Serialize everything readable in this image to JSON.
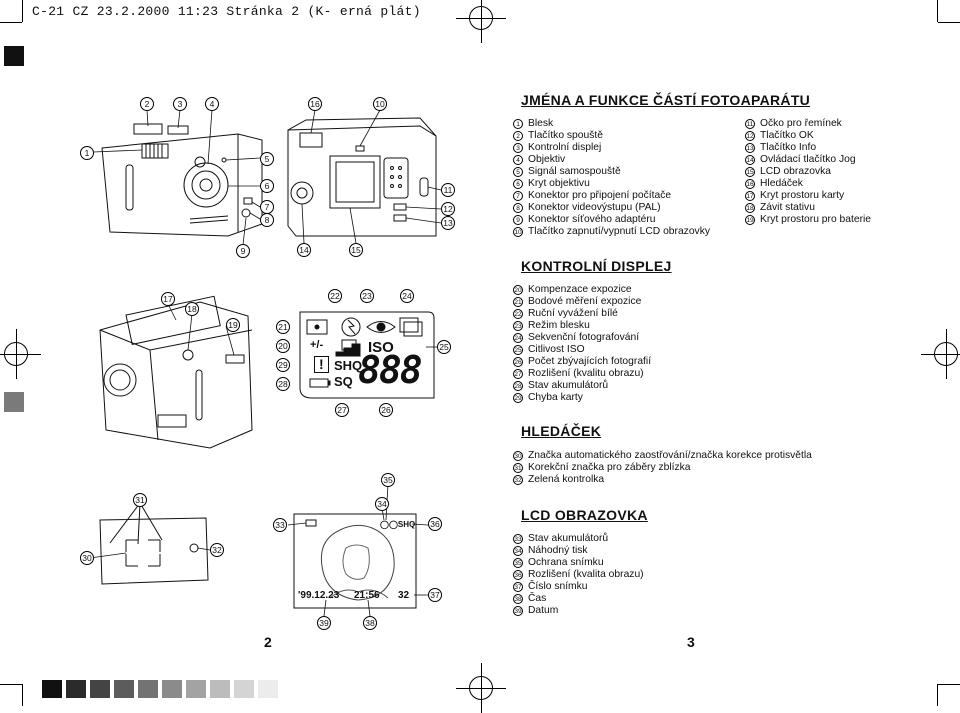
{
  "header_line": "C-21 CZ  23.2.2000 11:23  Stránka 2      (K- erná plát)",
  "sections": {
    "names_title": "JMÉNA A FUNKCE ČÁSTÍ FOTOAPARÁTU",
    "display_title": "KONTROLNÍ DISPLEJ",
    "viewfinder_title": "HLEDÁČEK",
    "lcd_title": "LCD OBRAZOVKA"
  },
  "parts_left": [
    {
      "n": "1",
      "label": "Blesk"
    },
    {
      "n": "2",
      "label": "Tlačítko spouště"
    },
    {
      "n": "3",
      "label": "Kontrolní displej"
    },
    {
      "n": "4",
      "label": "Objektiv"
    },
    {
      "n": "5",
      "label": "Signál samospouště"
    },
    {
      "n": "6",
      "label": "Kryt objektivu"
    },
    {
      "n": "7",
      "label": "Konektor pro připojení počítače"
    },
    {
      "n": "8",
      "label": "Konektor videovýstupu (PAL)"
    },
    {
      "n": "9",
      "label": "Konektor síťového adaptéru"
    },
    {
      "n": "10",
      "label": "Tlačítko zapnutí/vypnutí LCD obrazovky"
    }
  ],
  "parts_right": [
    {
      "n": "11",
      "label": "Očko pro řemínek"
    },
    {
      "n": "12",
      "label": "Tlačítko OK"
    },
    {
      "n": "13",
      "label": "Tlačítko Info"
    },
    {
      "n": "14",
      "label": "Ovládací tlačítko Jog"
    },
    {
      "n": "15",
      "label": "LCD obrazovka"
    },
    {
      "n": "16",
      "label": "Hledáček"
    },
    {
      "n": "17",
      "label": "Kryt prostoru karty"
    },
    {
      "n": "18",
      "label": "Závit stativu"
    },
    {
      "n": "19",
      "label": "Kryt prostoru pro baterie"
    }
  ],
  "display_items": [
    {
      "n": "20",
      "label": "Kompenzace expozice"
    },
    {
      "n": "21",
      "label": "Bodové měření expozice"
    },
    {
      "n": "22",
      "label": "Ruční vyvážení bílé"
    },
    {
      "n": "23",
      "label": "Režim blesku"
    },
    {
      "n": "24",
      "label": "Sekvenční fotografování"
    },
    {
      "n": "25",
      "label": "Citlivost ISO"
    },
    {
      "n": "26",
      "label": "Počet zbývajících fotografií"
    },
    {
      "n": "27",
      "label": "Rozlišení (kvalitu obrazu)"
    },
    {
      "n": "28",
      "label": "Stav akumulátorů"
    },
    {
      "n": "29",
      "label": "Chyba karty"
    }
  ],
  "viewfinder_items": [
    {
      "n": "30",
      "label": "Značka automatického zaostřování/značka korekce protisvětla"
    },
    {
      "n": "31",
      "label": "Korekční značka pro záběry zblízka"
    },
    {
      "n": "32",
      "label": "Zelená kontrolka"
    }
  ],
  "lcd_items": [
    {
      "n": "33",
      "label": "Stav akumulátorů"
    },
    {
      "n": "34",
      "label": "Náhodný tisk"
    },
    {
      "n": "35",
      "label": "Ochrana snímku"
    },
    {
      "n": "36",
      "label": "Rozlišení (kvalita obrazu)"
    },
    {
      "n": "37",
      "label": "Číslo snímku"
    },
    {
      "n": "38",
      "label": "Čas"
    },
    {
      "n": "39",
      "label": "Datum"
    }
  ],
  "display_panel": {
    "iso": "ISO",
    "shq": "SHQ",
    "sq": "SQ",
    "counter": "888",
    "ev": "+/-",
    "error": "!"
  },
  "lcd_screen": {
    "date": "'99.12.23",
    "time": "21:56",
    "frame": "32",
    "quality": "SHQ"
  },
  "page_numbers": {
    "left": "2",
    "right": "3"
  },
  "callouts": {
    "c1": "1",
    "c2": "2",
    "c3": "3",
    "c4": "4",
    "c5": "5",
    "c6": "6",
    "c7": "7",
    "c8": "8",
    "c9": "9",
    "c10": "10",
    "c11": "11",
    "c12": "12",
    "c13": "13",
    "c14": "14",
    "c15": "15",
    "c16": "16",
    "c17": "17",
    "c18": "18",
    "c19": "19",
    "c20": "20",
    "c21": "21",
    "c22": "22",
    "c23": "23",
    "c24": "24",
    "c25": "25",
    "c26": "26",
    "c27": "27",
    "c28": "28",
    "c29": "29",
    "c30": "30",
    "c31": "31",
    "c32": "32",
    "c33": "33",
    "c34": "34",
    "c35": "35",
    "c36": "36",
    "c37": "37",
    "c38": "38",
    "c39": "39"
  },
  "colors": {
    "ink": "#111111",
    "gray_block": "#7a7a7a"
  },
  "color_bar": [
    "#111111",
    "#2b2b2b",
    "#444444",
    "#5c5c5c",
    "#737373",
    "#8b8b8b",
    "#a3a3a3",
    "#bcbcbc",
    "#d4d4d4",
    "#ececec"
  ]
}
